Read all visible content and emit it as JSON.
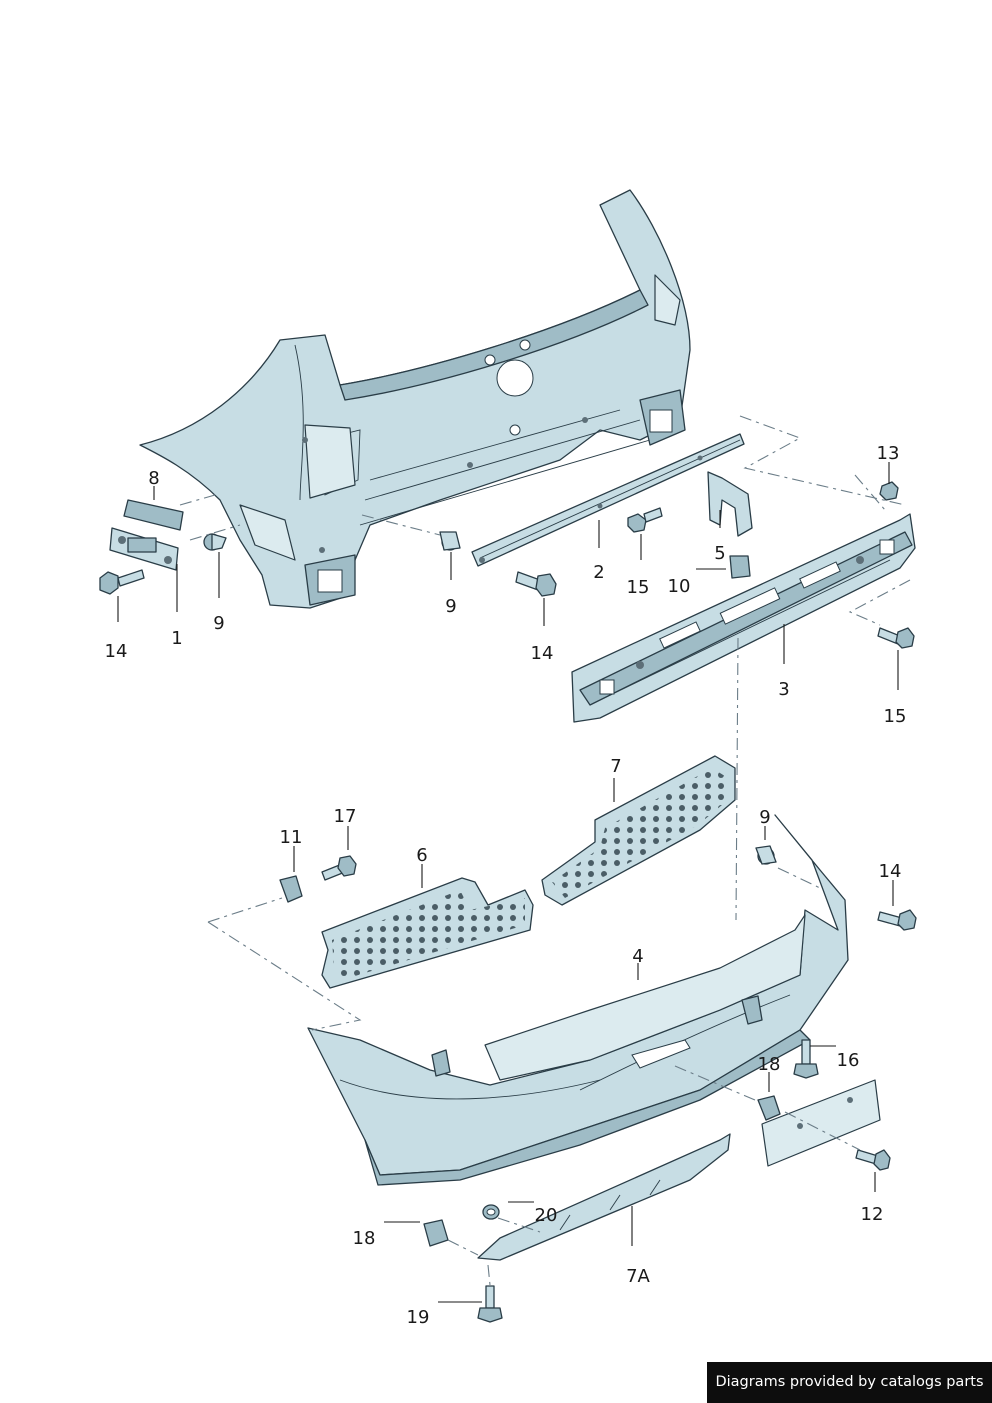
{
  "callouts": [
    {
      "id": "c8",
      "text": "8"
    },
    {
      "id": "c1",
      "text": "1"
    },
    {
      "id": "c9a",
      "text": "9"
    },
    {
      "id": "c14a",
      "text": "14"
    },
    {
      "id": "c9b",
      "text": "9"
    },
    {
      "id": "c14b",
      "text": "14"
    },
    {
      "id": "c2",
      "text": "2"
    },
    {
      "id": "c15a",
      "text": "15"
    },
    {
      "id": "c10",
      "text": "10"
    },
    {
      "id": "c5",
      "text": "5"
    },
    {
      "id": "c13",
      "text": "13"
    },
    {
      "id": "c3",
      "text": "3"
    },
    {
      "id": "c15b",
      "text": "15"
    },
    {
      "id": "c7",
      "text": "7"
    },
    {
      "id": "c17",
      "text": "17"
    },
    {
      "id": "c11",
      "text": "11"
    },
    {
      "id": "c6",
      "text": "6"
    },
    {
      "id": "c9c",
      "text": "9"
    },
    {
      "id": "c14c",
      "text": "14"
    },
    {
      "id": "c4",
      "text": "4"
    },
    {
      "id": "c16",
      "text": "16"
    },
    {
      "id": "c18a",
      "text": "18"
    },
    {
      "id": "c12",
      "text": "12"
    },
    {
      "id": "c20",
      "text": "20"
    },
    {
      "id": "c18b",
      "text": "18"
    },
    {
      "id": "c7A",
      "text": "7A"
    },
    {
      "id": "c19",
      "text": "19"
    }
  ],
  "credit": "Diagrams provided by catalogs parts",
  "colors": {
    "part_fill": "#c7dde4",
    "outline": "#2a3d47",
    "credit_bg": "#0d0d0d"
  }
}
